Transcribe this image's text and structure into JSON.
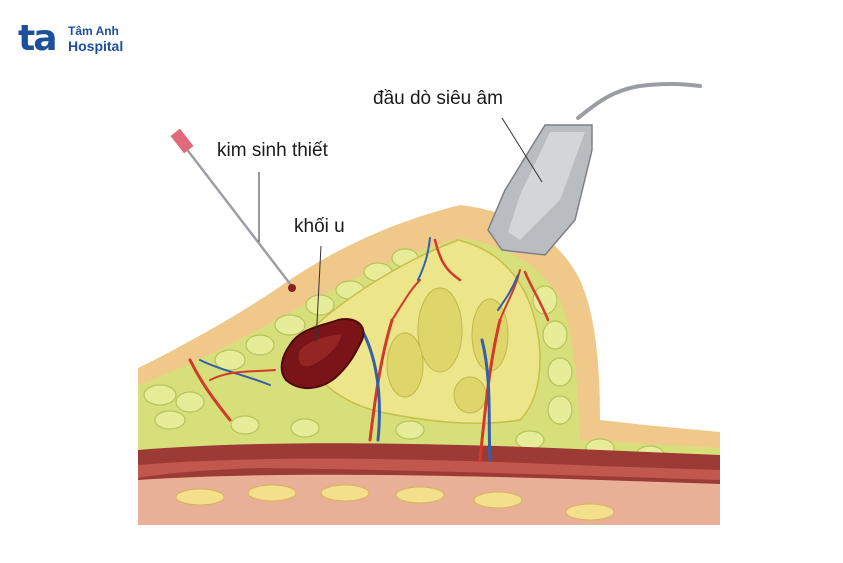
{
  "logo": {
    "mark": "ta",
    "name": "Tâm Anh",
    "sub": "Hospital"
  },
  "labels": {
    "needle": "kim sinh thiết",
    "tumor": "khối u",
    "probe": "đầu dò siêu âm"
  },
  "colors": {
    "brand": "#1d4f9c",
    "skin": "#f0c98a",
    "fat": "#d6df7a",
    "gland": "#ece58a",
    "tumor": "#7a1418",
    "muscle": "#9c3a35",
    "probe": "#b9bcc0"
  }
}
